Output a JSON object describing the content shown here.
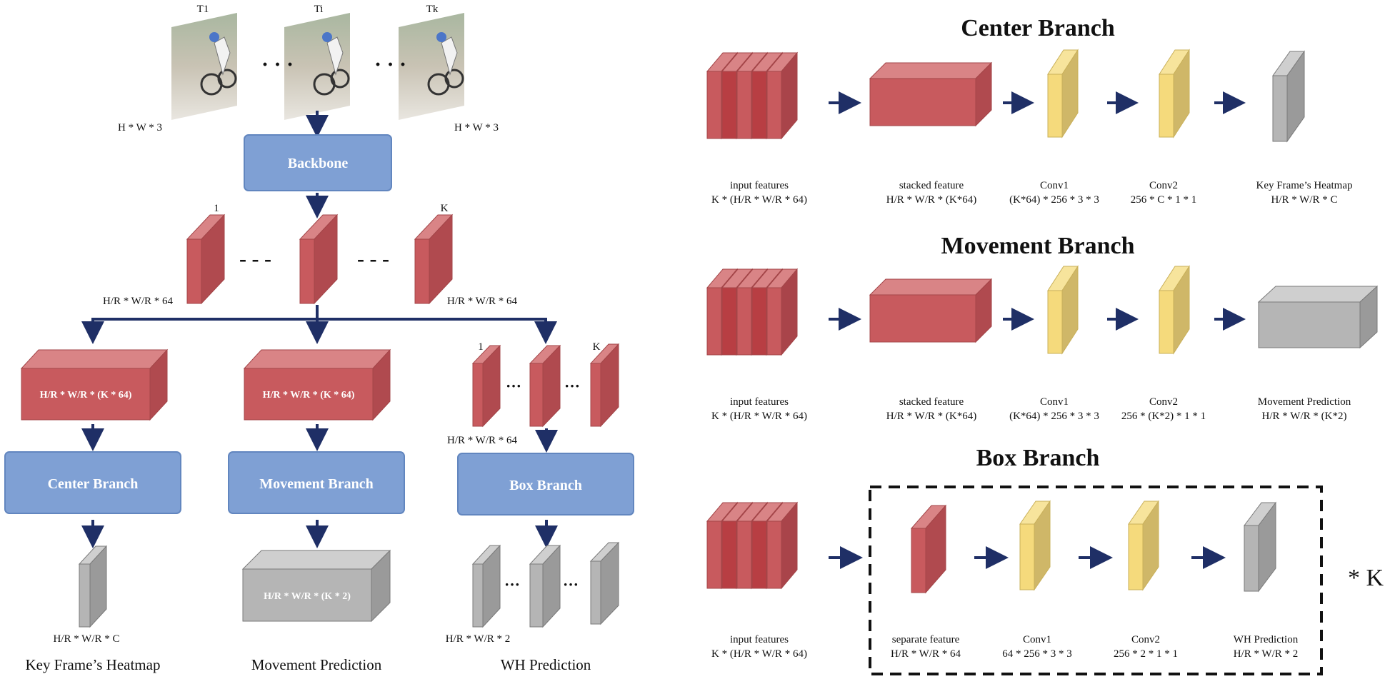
{
  "colors": {
    "red_front": "#c85a5e",
    "red_side": "#b04a4f",
    "red_top": "#d98486",
    "blue_box": "#7fa0d4",
    "yellow_front": "#f5da7c",
    "yellow_side": "#cfb768",
    "gray_front": "#b5b5b5",
    "gray_side": "#9a9a9a",
    "arrow": "#1f2f66"
  },
  "left": {
    "frame_labels": [
      "T1",
      "Ti",
      "Tk"
    ],
    "frame_size_left": "H * W * 3",
    "frame_size_right": "H * W * 3",
    "backbone": "Backbone",
    "feat_label_first": "1",
    "feat_label_last": "K",
    "feat_size_left": "H/R * W/R * 64",
    "feat_size_right": "H/R * W/R * 64",
    "stack_center": "H/R * W/R * (K * 64)",
    "stack_movement": "H/R * W/R * (K * 64)",
    "box_feat_first": "1",
    "box_feat_last": "K",
    "box_feat_size": "H/R * W/R  * 64",
    "center_branch": "Center Branch",
    "movement_branch": "Movement Branch",
    "box_branch": "Box Branch",
    "heatmap_size": "H/R * W/R * C",
    "movement_out": "H/R * W/R * (K * 2)",
    "wh_size": "H/R * W/R * 2",
    "caption_heatmap": "Key Frame’s Heatmap",
    "caption_movement": "Movement Prediction",
    "caption_wh": "WH Prediction"
  },
  "right": {
    "center": {
      "title": "Center Branch",
      "labels": [
        [
          "input features",
          "K * (H/R * W/R * 64)"
        ],
        [
          "stacked feature",
          "H/R * W/R * (K*64)"
        ],
        [
          "Conv1",
          "(K*64) * 256 * 3 * 3"
        ],
        [
          "Conv2",
          "256 * C * 1 * 1"
        ],
        [
          "Key Frame’s Heatmap",
          "H/R * W/R * C"
        ]
      ]
    },
    "movement": {
      "title": "Movement Branch",
      "labels": [
        [
          "input features",
          "K * (H/R * W/R * 64)"
        ],
        [
          "stacked feature",
          "H/R * W/R * (K*64)"
        ],
        [
          "Conv1",
          "(K*64) * 256 * 3 * 3"
        ],
        [
          "Conv2",
          "256 * (K*2) * 1 * 1"
        ],
        [
          "Movement Prediction",
          "H/R * W/R * (K*2)"
        ]
      ]
    },
    "box": {
      "title": "Box Branch",
      "labels": [
        [
          "input features",
          "K * (H/R * W/R * 64)"
        ],
        [
          "separate feature",
          "H/R * W/R * 64"
        ],
        [
          "Conv1",
          "64 * 256 * 3 * 3"
        ],
        [
          "Conv2",
          "256 * 2 * 1 * 1"
        ],
        [
          "WH Prediction",
          "H/R * W/R * 2"
        ]
      ],
      "multiplier": "* K"
    }
  }
}
